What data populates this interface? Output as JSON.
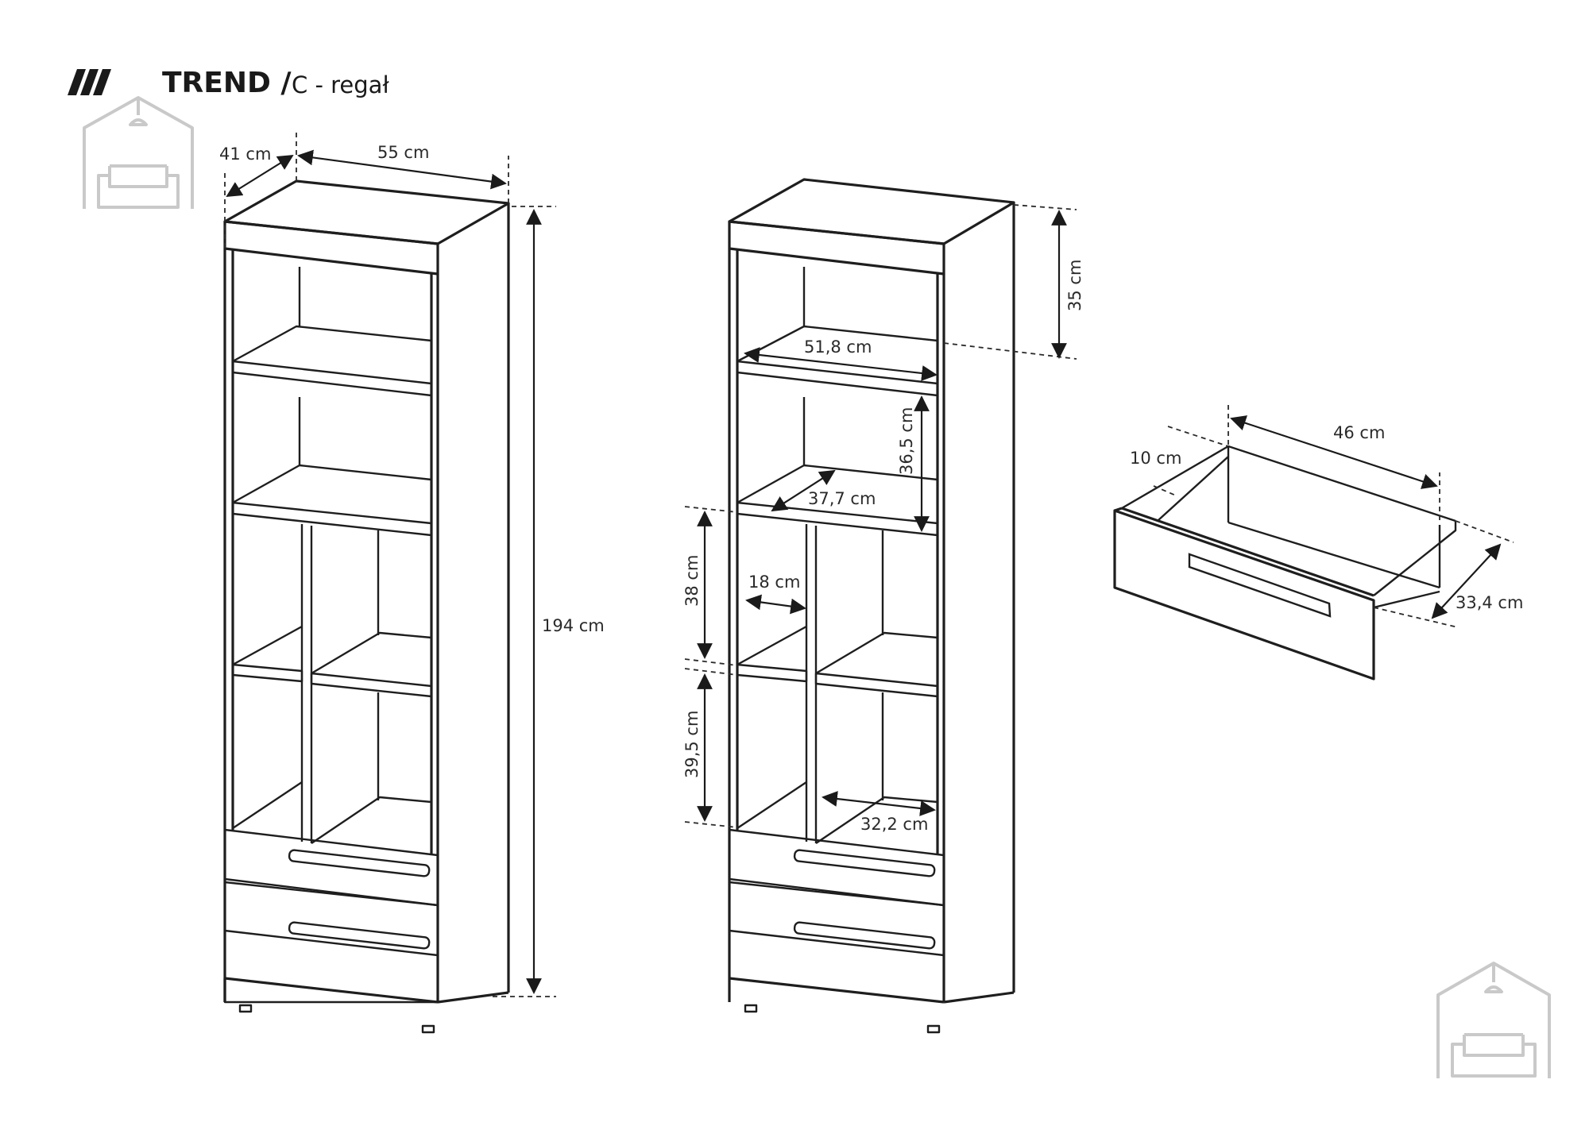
{
  "header": {
    "brand": "TREND /",
    "subtitle": "C - regał"
  },
  "dimensions": {
    "depth": "41 cm",
    "width": "55 cm",
    "height": "194 cm",
    "top_section_height": "35 cm",
    "inner_width": "51,8 cm",
    "shelf_gap": "36,5 cm",
    "shelf_depth": "37,7 cm",
    "compartment_upper": "38 cm",
    "divider_width": "18 cm",
    "compartment_lower": "39,5 cm",
    "compartment_width": "32,2 cm",
    "drawer_width": "46 cm",
    "drawer_height": "10 cm",
    "drawer_depth": "33,4 cm"
  },
  "colors": {
    "line": "#1e1e1e",
    "logo": "#c9c9c9"
  },
  "icons": [
    "title-slashes-icon",
    "house-sofa-logo-icon"
  ]
}
